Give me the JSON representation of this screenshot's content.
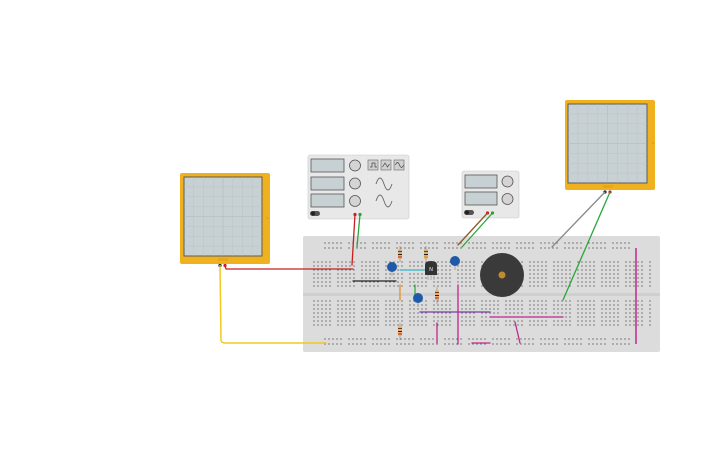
{
  "canvas": {
    "background": "#ffffff"
  },
  "breadboard": {
    "color": "#dcdcdc",
    "hole_color": "#3a3a3a",
    "power_rail_marks": [
      "+",
      "-"
    ]
  },
  "oscilloscopes": [
    {
      "id": "oscilloscope-left",
      "frame_color": "#f0b11e",
      "screen_color": "#c7d0d3",
      "terminal_colors": [
        "#111111",
        "#c81e1e"
      ]
    },
    {
      "id": "oscilloscope-right",
      "frame_color": "#f0b11e",
      "screen_color": "#c7d0d3",
      "terminal_colors": [
        "#111111",
        "#c81e1e"
      ]
    }
  ],
  "function_generator": {
    "panel_color": "#e8e8e8",
    "display_count": 3,
    "knob_count": 3,
    "waveform_buttons": [
      "square-wave-icon",
      "triangle-wave-icon",
      "sine-wave-icon"
    ],
    "terminal_colors": [
      "#c81e1e",
      "#1ea042"
    ]
  },
  "power_supply": {
    "panel_color": "#e8e8e8",
    "display_count": 2,
    "knob_count": 2,
    "terminal_colors": [
      "#c81e1e",
      "#1ea042"
    ]
  },
  "transistor": {
    "label": "N",
    "body_color": "#333333"
  },
  "capacitors": {
    "color": "#1e5aa8",
    "count": 3
  },
  "resistors": {
    "body_color": "#e0b070",
    "count": 5
  },
  "piezo_buzzer": {
    "body_color": "#3a3a3a",
    "center_color": "#c08a30"
  },
  "wires": {
    "colors": {
      "red": "#c81e1e",
      "green": "#2aa63a",
      "yellow": "#f2c81e",
      "gray": "#8a8a8a",
      "magenta": "#c0288c",
      "purple": "#7a3ca0",
      "orange": "#e08a1e",
      "cyan": "#3ab4c8",
      "black": "#222222",
      "brown": "#8a5a2a"
    }
  }
}
